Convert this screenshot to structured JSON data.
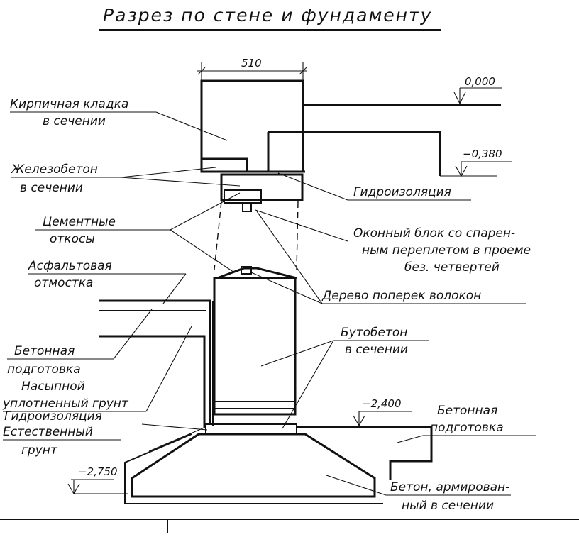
{
  "title": "Разрез по стене и фундаменту",
  "dimensions": {
    "wall_width": "510",
    "level_zero": "0,000",
    "level_minus_0380": "−0,380",
    "level_minus_2400": "−2,400",
    "level_minus_2750": "−2,750"
  },
  "labels": {
    "brick_line1": "Кирпичная кладка",
    "brick_line2": "в сечении",
    "rc_line1": "Железобетон",
    "rc_line2": "в сечении",
    "waterproof_top": "Гидроизоляция",
    "cement_line1": "Цементные",
    "cement_line2": "откосы",
    "window_line1": "Оконный блок со спарен-",
    "window_line2": "ным переплетом в проеме",
    "window_line3": "без. четвертей",
    "asphalt_line1": "Асфальтовая",
    "asphalt_line2": "отмостка",
    "wood": "Дерево поперек волокон",
    "rubble_line1": "Бутобетон",
    "rubble_line2": "в сечении",
    "concrete_prep_left_line1": "Бетонная",
    "concrete_prep_left_line2": "подготовка",
    "fill_line1": "Насыпной",
    "fill_line2": "уплотненный грунт",
    "waterproof_bottom": "Гидроизоляция",
    "natural_line1": "Естественный",
    "natural_line2": "грунт",
    "concrete_prep_right_line1": "Бетонная",
    "concrete_prep_right_line2": "подготовка",
    "reinforced_line1": "Бетон, армирован-",
    "reinforced_line2": "ный в сечении"
  }
}
